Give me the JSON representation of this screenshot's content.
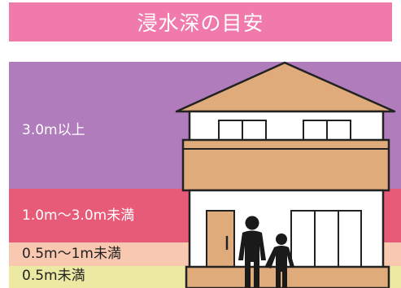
{
  "title": "浸水深の目安",
  "levels": {
    "over_3m": "3.0m以上",
    "from_1_to_3m": "1.0m〜3.0m未満",
    "from_05_to_1m": "0.5m〜1m未満",
    "under_05m": "0.5m未満"
  },
  "colors": {
    "title_bar": "#ef7aab",
    "over_3m": "#b07cbc",
    "from_1_to_3m": "#e85b78",
    "from_05_to_1m": "#f8c9b0",
    "under_05m": "#ece9a2",
    "house_wood": "#e0ab7a",
    "house_wall": "#ffffff",
    "outline": "#222222"
  }
}
